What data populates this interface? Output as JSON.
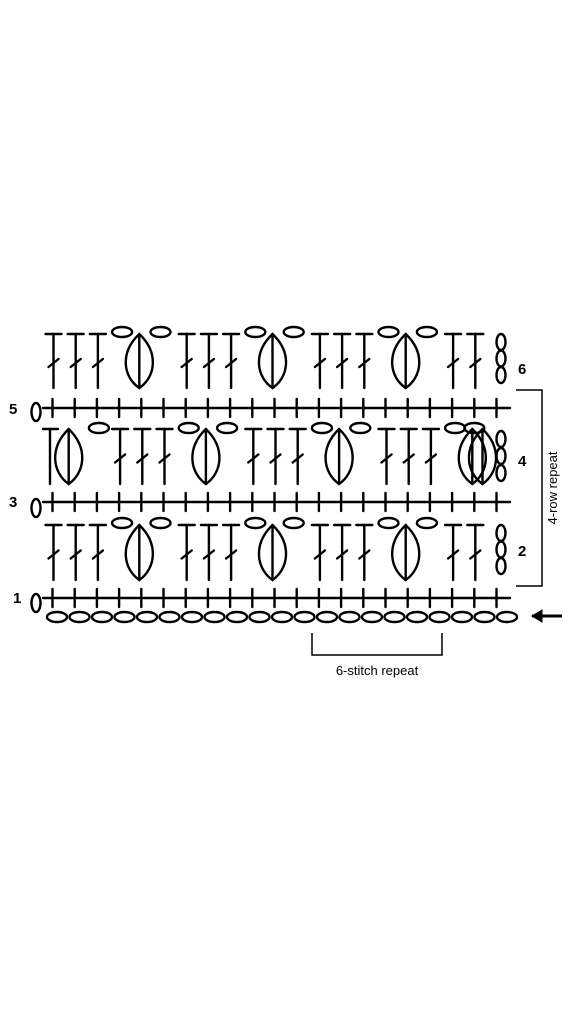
{
  "diagram": {
    "type": "crochet-stitch-chart",
    "row_labels": [
      "1",
      "2",
      "3",
      "4",
      "5",
      "6"
    ],
    "stitch_repeat_label": "6-stitch repeat",
    "row_repeat_label": "4-row repeat",
    "start_marker": "arrow-left-icon",
    "colors": {
      "ink": "#000000",
      "background": "#ffffff"
    }
  }
}
